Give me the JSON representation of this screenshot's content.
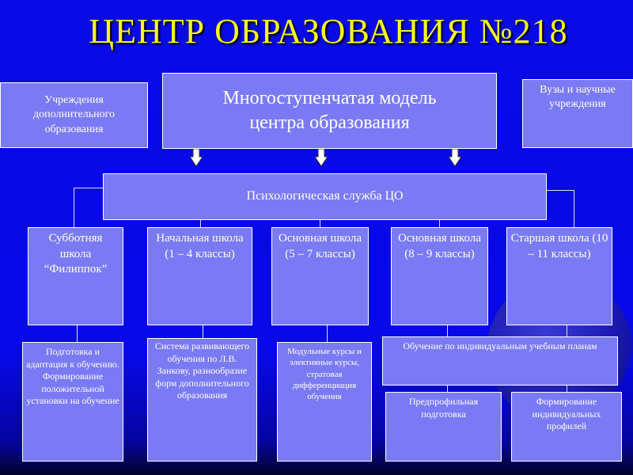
{
  "title": "ЦЕНТР ОБРАЗОВАНИЯ №218",
  "top": {
    "left": "Учреждения дополнительного образования",
    "center": "Многоступенчатая модель центра образования",
    "right": "Вузы и научные учреждения"
  },
  "psych": "Психологическая служба ЦО",
  "levels": [
    {
      "name": "Субботняя школа “Филиппок”"
    },
    {
      "name": "Начальная школа (1 – 4 классы)"
    },
    {
      "name": "Основная школа (5 – 7 классы)"
    },
    {
      "name": "Основная школа (8 – 9 классы)"
    },
    {
      "name": "Старшая школа (10 – 11 классы)"
    }
  ],
  "details": [
    "Подготовка и адаптация к обучению. Формирование положительной установки на обучение",
    "Система развивающего обучения по Л.В. Занкову, разнообразие форм дополнительного образования",
    "Модульные курсы и элективные курсы, стратовая дифференциация обучения",
    "Обучение по индивидуальным учебным планам",
    "Предпрофильная подготовка",
    "Формирование индивидуальных профилей"
  ]
}
